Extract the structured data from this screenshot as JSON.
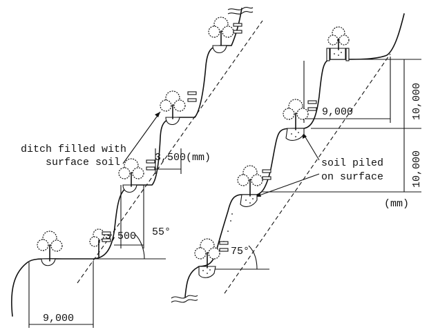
{
  "left_section": {
    "label_ditch_line1": "ditch filled with",
    "label_ditch_line2": "surface soil",
    "dim_berm_upper": "3,500(mm)",
    "dim_berm_lower": "3,500",
    "dim_angle": "55°",
    "dim_base_width": "9,000"
  },
  "right_section": {
    "dim_top_width": "9,000",
    "dim_height_upper": "10,000",
    "dim_height_lower": "10,000",
    "label_soil_line1": "soil piled",
    "label_soil_line2": "on surface",
    "units": "(mm)",
    "dim_angle": "75°"
  }
}
